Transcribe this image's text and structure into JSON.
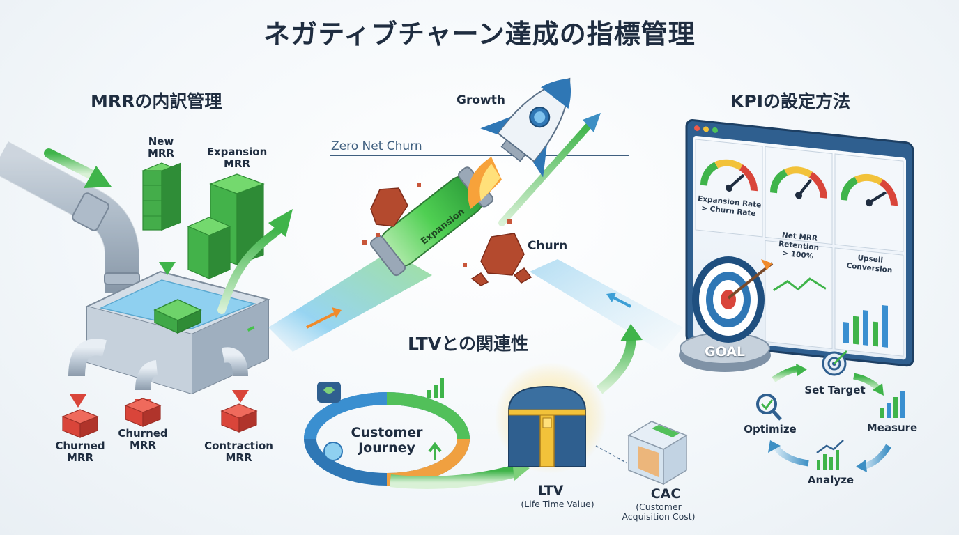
{
  "title": "ネガティブチャーン達成の指標管理",
  "mrr_section": {
    "heading": "MRRの内訳管理",
    "new_mrr": "New\nMRR",
    "expansion_mrr": "Expansion\nMRR",
    "churned_mrr_left": "Churned\nMRR",
    "churned_mrr_mid": "Churned\nMRR",
    "contraction_mrr": "Contraction\nMRR"
  },
  "center_section": {
    "growth": "Growth",
    "zero_net_churn": "Zero Net Churn",
    "expansion": "Expansion",
    "churn": "Churn"
  },
  "kpi_section": {
    "heading": "KPIの設定方法",
    "gauges": [
      {
        "label": "Expansion Rate\n> Churn Rate",
        "level": 0.75
      },
      {
        "label": "Net MRR Retention\n> 100%",
        "level": 0.7
      },
      {
        "label": "Upsell\nConversion",
        "level": 0.8
      }
    ],
    "goal": "GOAL",
    "cycle": [
      "Set Target",
      "Measure",
      "Analyze",
      "Optimize"
    ]
  },
  "ltv_section": {
    "heading": "LTVとの関連性",
    "journey": "Customer\nJourney",
    "ltv": "LTV",
    "ltv_sub": "(Life Time Value)",
    "cac": "CAC",
    "cac_sub": "(Customer\nAcquisition Cost)"
  },
  "colors": {
    "green": "#3fb44a",
    "red": "#d9453a",
    "blue": "#2f6f9f",
    "water": "#8fd0f0",
    "orange": "#f08a2a"
  }
}
